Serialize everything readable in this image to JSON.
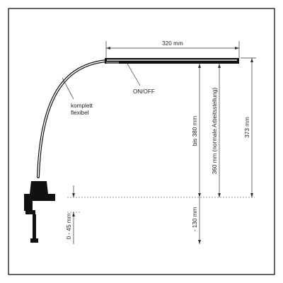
{
  "diagram": {
    "labels": {
      "width_top": "320 mm",
      "switch": "ON/OFF",
      "flex_line1": "komplett",
      "flex_line2": "flexibel",
      "up_to_380": "bis 380 mm",
      "normal_work": "360 mm (normale Arbeitsstellung)",
      "total_373": "373 mm",
      "below_130": "- 130 mm",
      "clamp_range": "0 - 45 mm"
    },
    "colors": {
      "line": "#333333",
      "lamp": "#111111",
      "frame": "#000000",
      "background": "#ffffff"
    }
  }
}
